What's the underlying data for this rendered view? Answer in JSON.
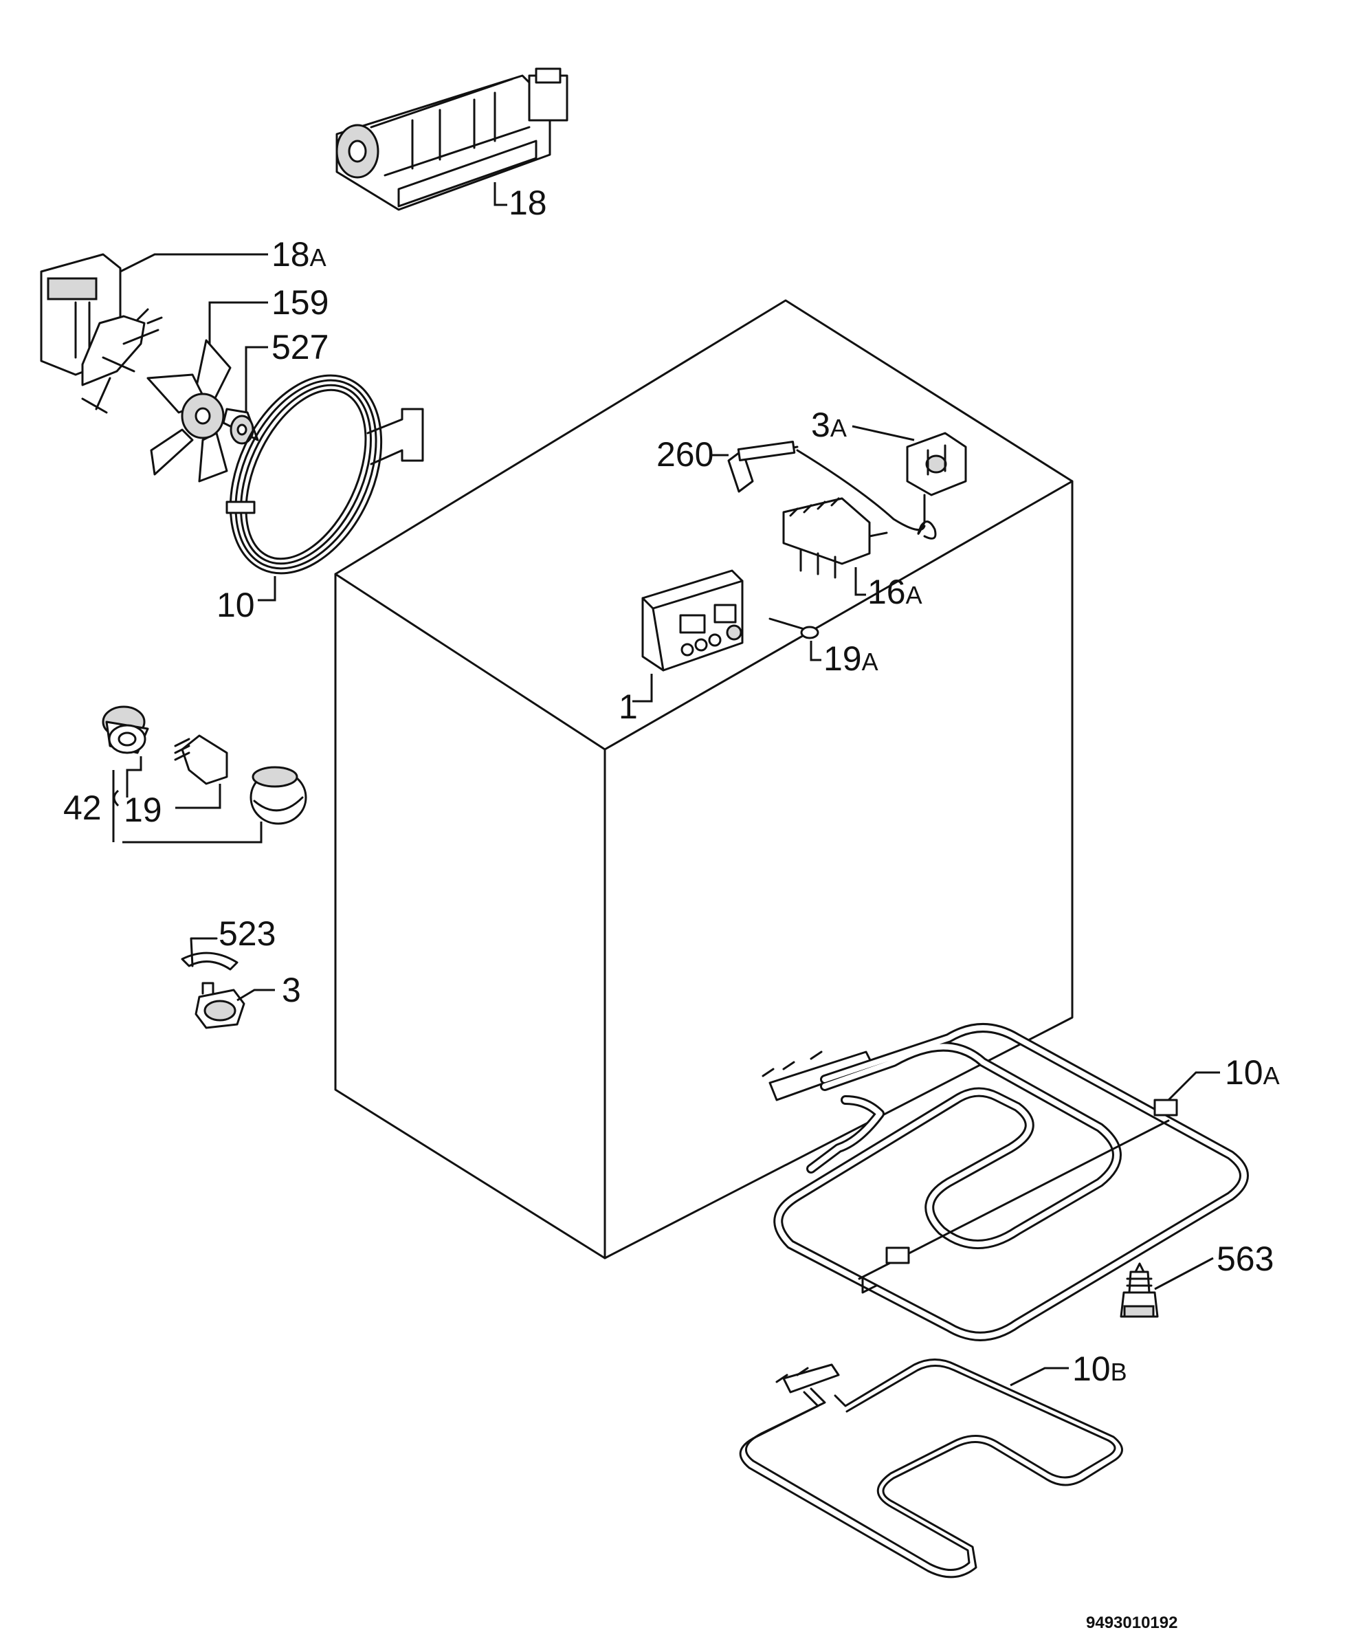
{
  "labels": {
    "p18": "18",
    "p18a": "18",
    "p18a_suffix": "A",
    "p159": "159",
    "p527": "527",
    "p10": "10",
    "p260": "260",
    "p3a": "3",
    "p3a_suffix": "A",
    "p16a": "16",
    "p16a_suffix": "A",
    "p19a": "19",
    "p19a_suffix": "A",
    "p1": "1",
    "p42": "42",
    "p19": "19",
    "p523": "523",
    "p3": "3",
    "p10a": "10",
    "p10a_suffix": "A",
    "p563": "563",
    "p10b": "10",
    "p10b_suffix": "B"
  },
  "drawing_code": "9493010192",
  "colors": {
    "line": "#111111",
    "background": "#ffffff"
  }
}
